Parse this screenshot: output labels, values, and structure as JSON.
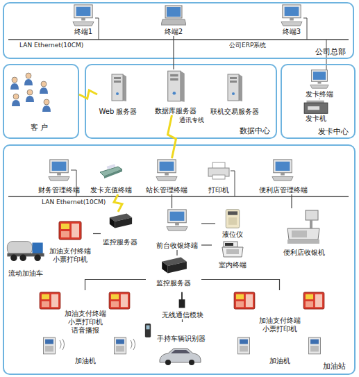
{
  "diagram": {
    "nodes": [
      {
        "text": [
          "公司总部"
        ]
      },
      {
        "text": [
          "终端1"
        ],
        "in": 0
      },
      {
        "text": [
          "终端2"
        ],
        "in": 0
      },
      {
        "text": [
          "终端3"
        ],
        "in": 0
      },
      {
        "text": [
          "客 户"
        ]
      },
      {
        "text": [
          "数据中心"
        ]
      },
      {
        "text": [
          "Web 服务器"
        ],
        "in": 5
      },
      {
        "text": [
          "数据库服务器"
        ],
        "in": 5
      },
      {
        "text": [
          "联机交易服务器"
        ],
        "in": 5
      },
      {
        "text": [
          "发卡中心"
        ]
      },
      {
        "text": [
          "发卡终端"
        ],
        "in": 9
      },
      {
        "text": [
          "发卡机"
        ],
        "in": 9
      },
      {
        "text": [
          "加油站"
        ]
      },
      {
        "text": [
          "财务管理终端"
        ],
        "in": 12
      },
      {
        "text": [
          "发卡充值终端"
        ],
        "in": 12
      },
      {
        "text": [
          "站长管理终端"
        ],
        "in": 12
      },
      {
        "text": [
          "打印机"
        ],
        "in": 12
      },
      {
        "text": [
          "便利店管理终端"
        ],
        "in": 12
      },
      {
        "text": [
          "监控服务器"
        ],
        "in": 12
      },
      {
        "text": [
          "加油支付终端 小票打印机"
        ],
        "in": 12
      },
      {
        "text": [
          "流动加油车"
        ],
        "in": 12
      },
      {
        "text": [
          "前台收银终端"
        ],
        "in": 12
      },
      {
        "text": [
          "液位仪"
        ],
        "in": 12
      },
      {
        "text": [
          "室内终端"
        ],
        "in": 12
      },
      {
        "text": [
          "便利店收银机"
        ],
        "in": 12
      },
      {
        "text": [
          "监控服务器"
        ],
        "in": 12
      },
      {
        "text": [
          "加油支付终端 小票打印机 语音播报"
        ],
        "in": 12
      },
      {
        "text": [
          "无线通信模块"
        ],
        "in": 12
      },
      {
        "text": [
          "手持车辆识别器"
        ],
        "in": 12
      },
      {
        "text": [
          "加油支付终端 小票打印机"
        ],
        "in": 12
      },
      {
        "text": [
          "加油机"
        ],
        "in": 12
      },
      {
        "text": [
          "加油机"
        ],
        "in": 12
      }
    ],
    "edges": [
      {
        "from": 2,
        "to": 7,
        "arrow": "none"
      },
      {
        "from": 4,
        "to": 6,
        "arrow": "none"
      },
      {
        "from": 7,
        "to": 15,
        "arrow": "none",
        "label": "通讯专线"
      },
      {
        "from": 10,
        "to": 11,
        "arrow": "none"
      },
      {
        "from": 14,
        "to": 18,
        "arrow": "none"
      },
      {
        "from": 18,
        "to": 19,
        "arrow": "none"
      },
      {
        "from": 15,
        "to": 21,
        "arrow": "none"
      },
      {
        "from": 21,
        "to": 22,
        "arrow": "none"
      },
      {
        "from": 21,
        "to": 23,
        "arrow": "none"
      },
      {
        "from": 21,
        "to": 25,
        "arrow": "none"
      },
      {
        "from": 25,
        "to": 26,
        "arrow": "none"
      },
      {
        "from": 25,
        "to": 29,
        "arrow": "none"
      },
      {
        "from": 27,
        "to": 28,
        "arrow": "none"
      },
      {
        "from": 17,
        "to": 24,
        "arrow": "none"
      }
    ],
    "labels": [
      "LAN Ethernet(10CM)",
      "公司ERP系统",
      "LAN Ethernet(10CM)"
    ]
  }
}
